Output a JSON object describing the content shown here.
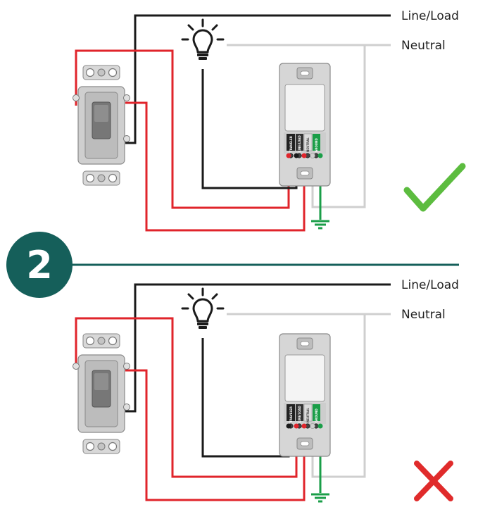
{
  "step": {
    "number": "2"
  },
  "labels": {
    "line_load": "Line/Load",
    "neutral": "Neutral"
  },
  "terminals": {
    "traveler": "TRAVELER",
    "line_load": "LINE/LOAD",
    "neutral": "NEUTRAL",
    "ground": "GROUND"
  },
  "colors": {
    "black_wire": "#1a1a1a",
    "red_wire": "#e0242b",
    "neutral_wire": "#cfcfcf",
    "ground_wire": "#1a9e48",
    "accent": "#155f5a",
    "check": "#5cbc3f",
    "cross": "#e02b2b"
  },
  "panels": [
    {
      "id": "correct",
      "result_icon": "checkmark-icon"
    },
    {
      "id": "incorrect",
      "result_icon": "cross-icon"
    }
  ]
}
